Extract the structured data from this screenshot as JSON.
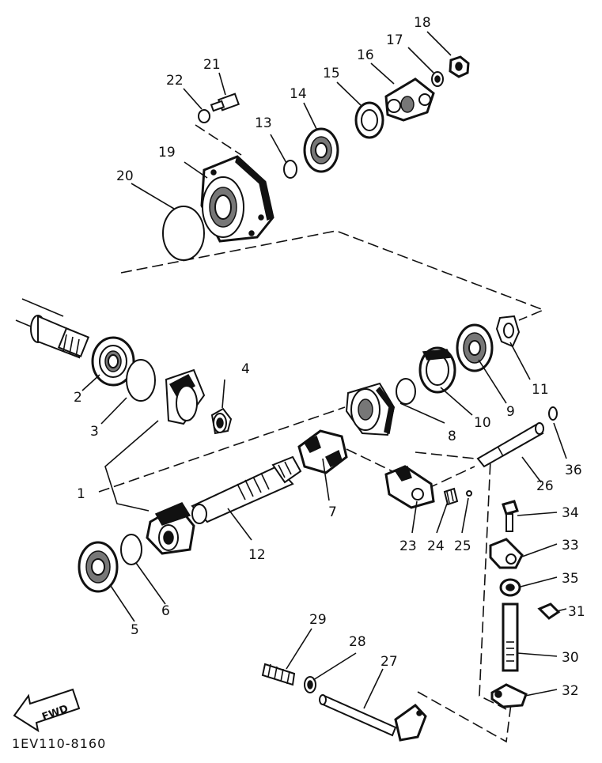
{
  "callouts": [
    "1",
    "2",
    "3",
    "4",
    "5",
    "6",
    "7",
    "8",
    "9",
    "10",
    "11",
    "12",
    "13",
    "14",
    "15",
    "16",
    "17",
    "18",
    "19",
    "20",
    "21",
    "22",
    "23",
    "24",
    "25",
    "26",
    "27",
    "28",
    "29",
    "30",
    "31",
    "32",
    "33",
    "34",
    "35",
    "36"
  ],
  "fwd_label": "FWD",
  "diagram_code": "1EV110-8160"
}
